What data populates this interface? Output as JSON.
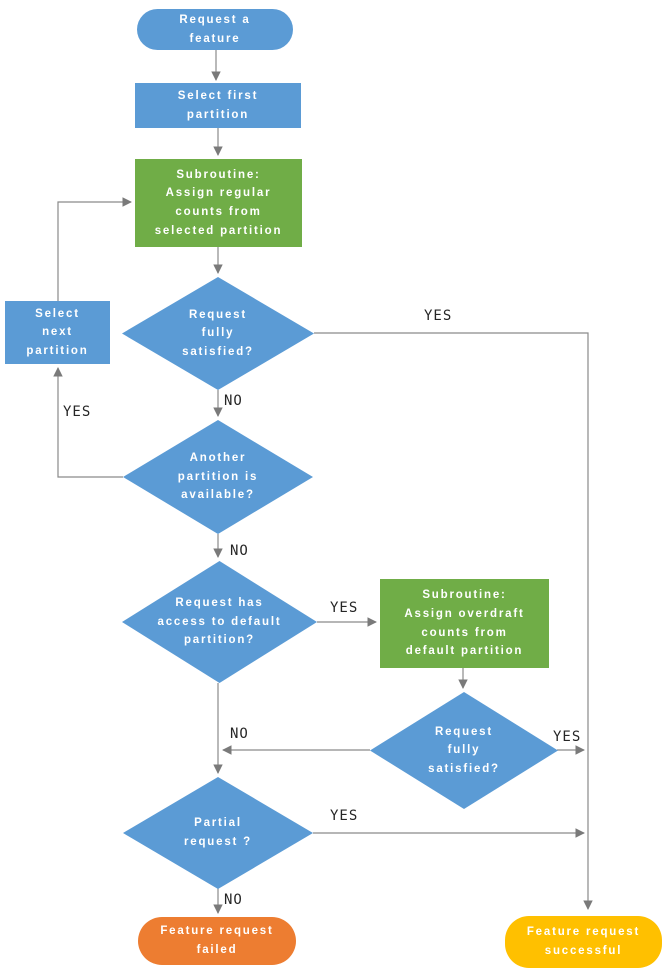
{
  "nodes": {
    "start": {
      "label": "Request a\nfeature"
    },
    "select_first": {
      "label": "Select first\npartition"
    },
    "subroutine_regular": {
      "label": "Subroutine:\nAssign regular\ncounts from\nselected partition"
    },
    "satisfied_1": {
      "label": "Request\nfully\nsatisfied?"
    },
    "select_next": {
      "label": "Select\nnext\npartition"
    },
    "another_partition": {
      "label": "Another\npartition is\navailable?"
    },
    "default_access": {
      "label": "Request has\naccess to default\npartition?"
    },
    "subroutine_overdraft": {
      "label": "Subroutine:\nAssign overdraft\ncounts from\ndefault partition"
    },
    "satisfied_2": {
      "label": "Request\nfully\nsatisfied?"
    },
    "partial": {
      "label": "Partial\nrequest ?"
    },
    "failed": {
      "label": "Feature request\nfailed"
    },
    "successful": {
      "label": "Feature request\nsuccessful"
    }
  },
  "edge_labels": {
    "satisfied1_yes": "YES",
    "satisfied1_no": "NO",
    "another_yes": "YES",
    "another_no": "NO",
    "default_yes": "YES",
    "merge_no": "NO",
    "satisfied2_yes": "YES",
    "partial_yes": "YES",
    "partial_no": "NO"
  },
  "colors": {
    "process_blue": "#5B9BD5",
    "subroutine_green": "#70AD47",
    "failed_orange": "#ED7D31",
    "success_yellow": "#FFC000",
    "connector_gray": "#8a8a8a",
    "edge_label_text": "#262626",
    "node_text": "#FFFFFF"
  }
}
